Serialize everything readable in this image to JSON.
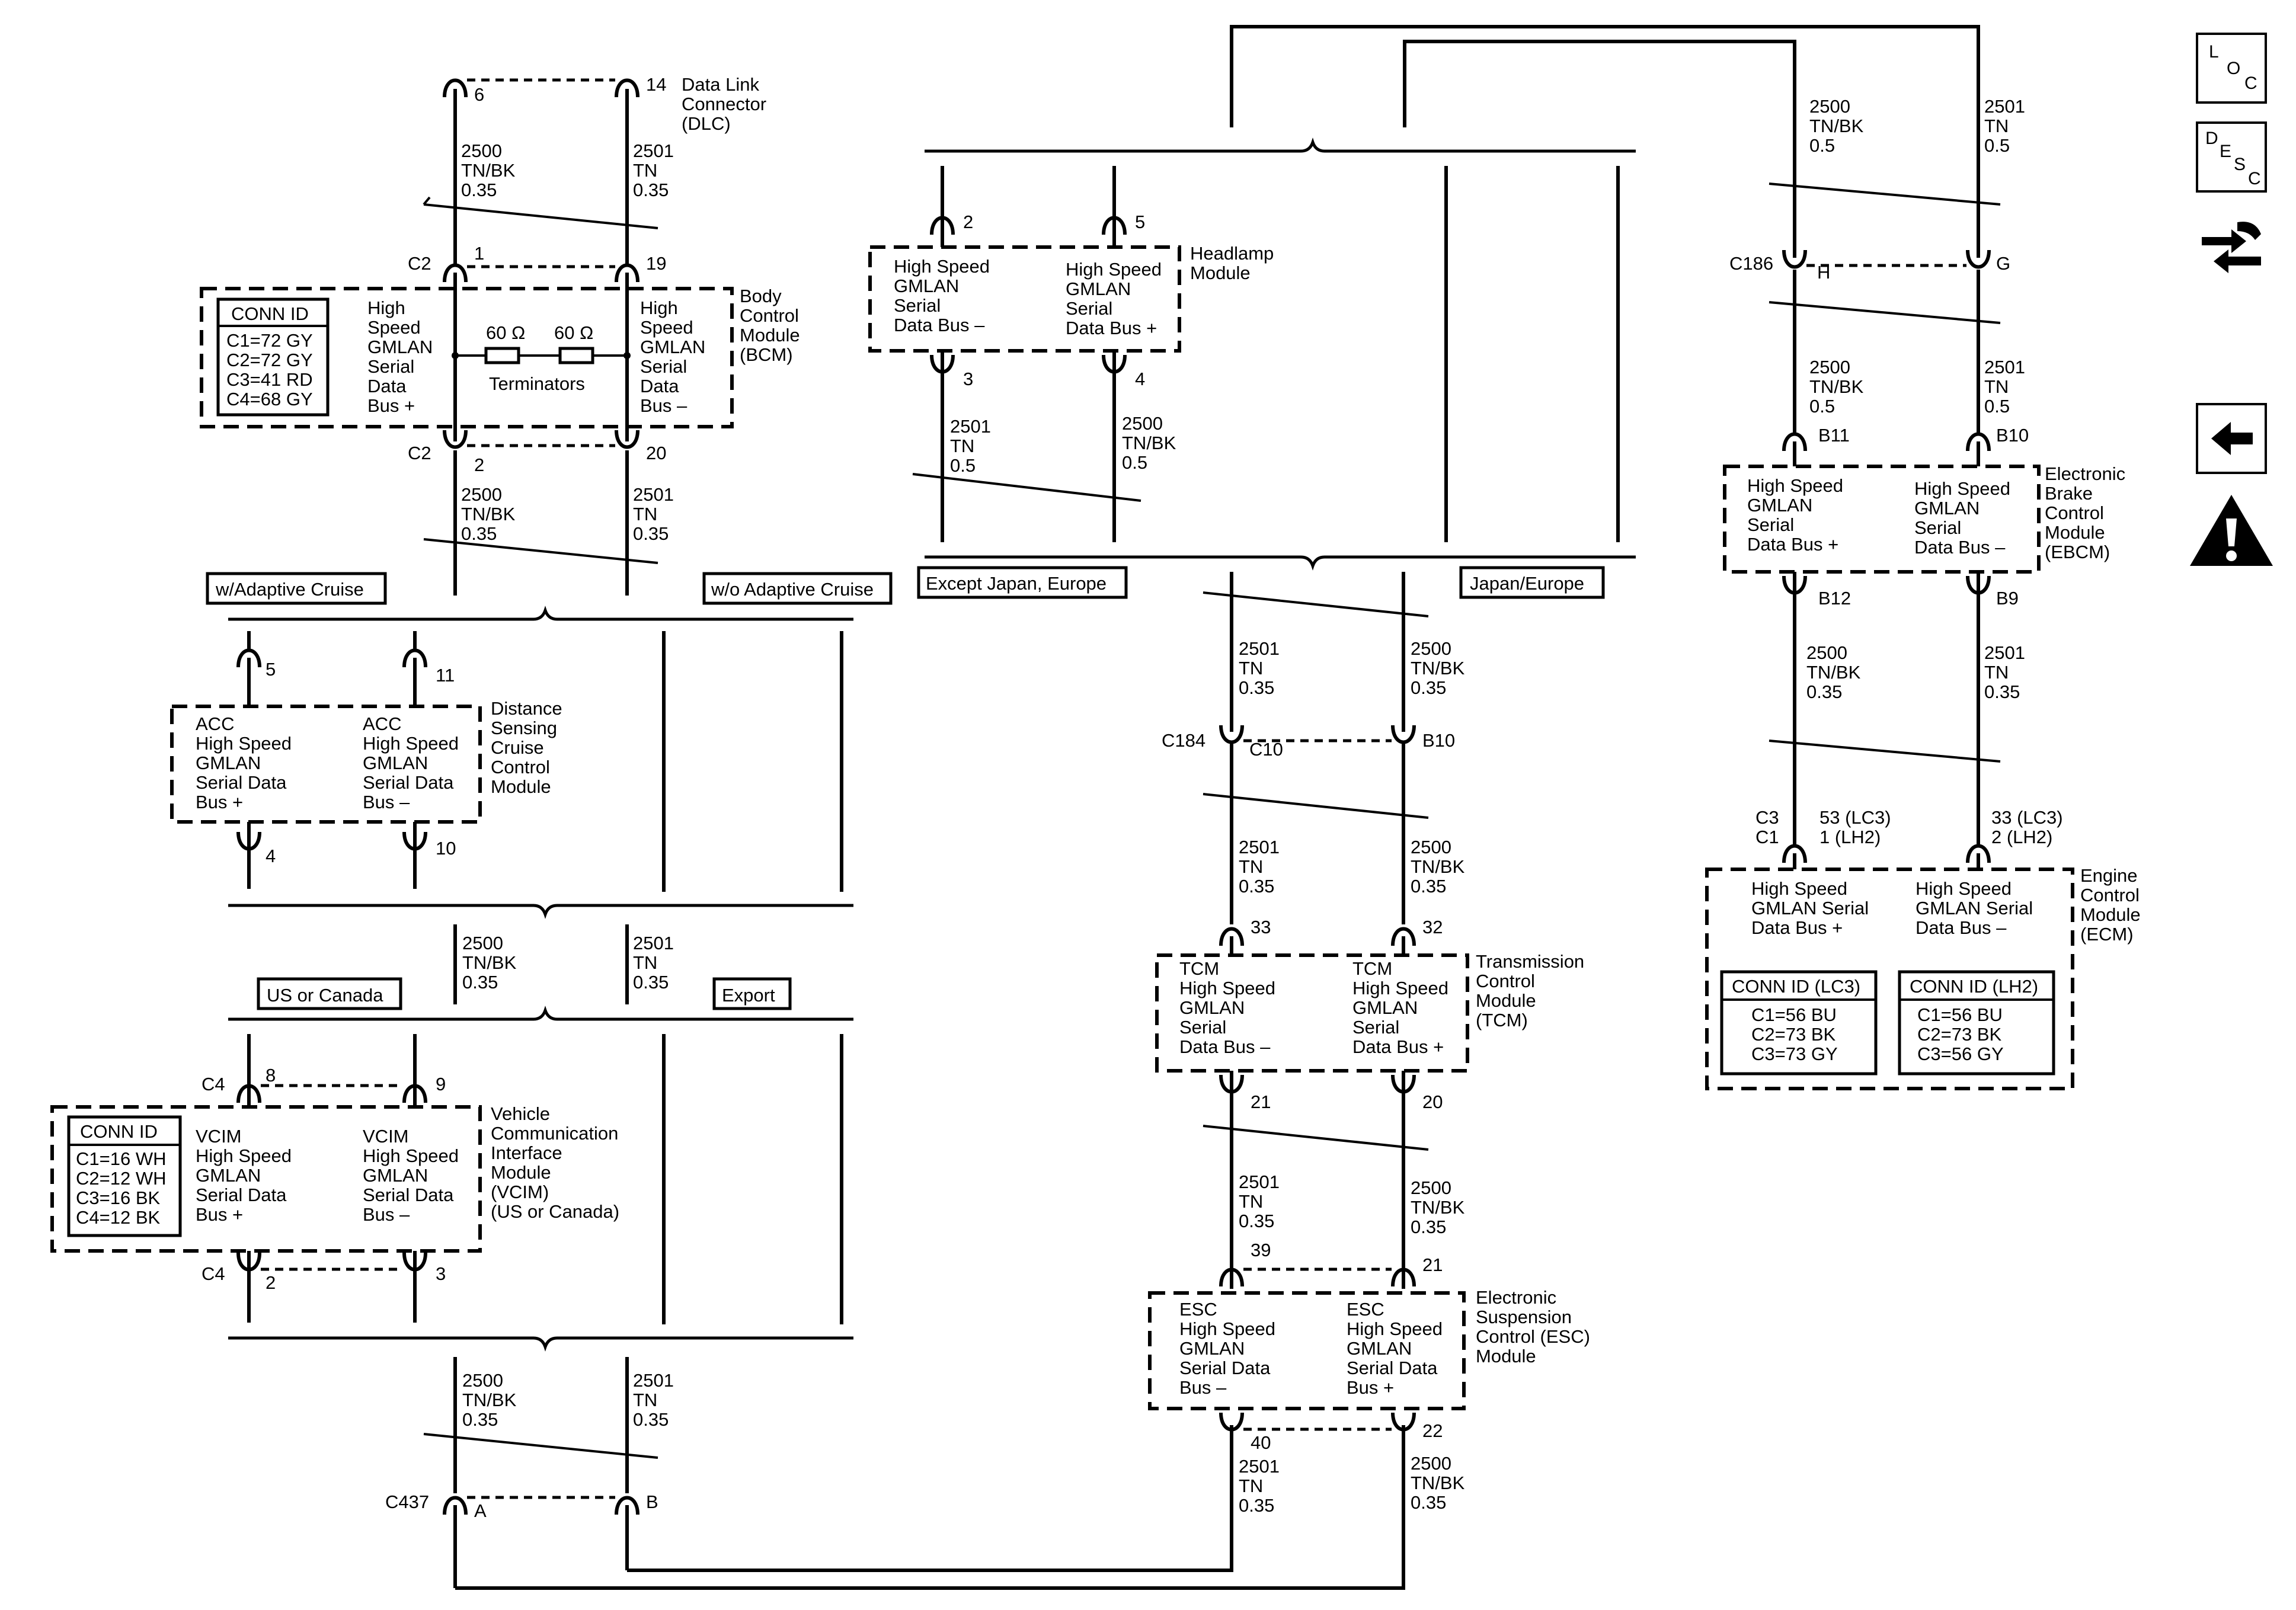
{
  "modules": {
    "dlc": {
      "name": "Data Link\nConnector\n(DLC)",
      "pin_a": "6",
      "pin_b": "14"
    },
    "bcm": {
      "name": "Body\nControl\nModule\n(BCM)",
      "conn_title": "CONN ID",
      "conn": [
        "C1=72 GY",
        "C2=72 GY",
        "C3=41 RD",
        "C4=68 GY"
      ],
      "left": "High\nSpeed\nGMLAN\nSerial\nData\nBus +",
      "right": "High\nSpeed\nGMLAN\nSerial\nData\nBus –",
      "res1": "60 Ω",
      "res2": "60 Ω",
      "term": "Terminators",
      "conn_top": "C2",
      "pin_top_a": "1",
      "pin_top_b": "19",
      "conn_bot": "C2",
      "pin_bot_a": "2",
      "pin_bot_b": "20"
    },
    "dscm": {
      "name": "Distance\nSensing\nCruise\nControl\nModule",
      "left": "ACC\nHigh Speed\nGMLAN\nSerial Data\nBus +",
      "right": "ACC\nHigh Speed\nGMLAN\nSerial Data\nBus –",
      "pin_top_a": "5",
      "pin_top_b": "11",
      "pin_bot_a": "4",
      "pin_bot_b": "10"
    },
    "vcim": {
      "name": "Vehicle\nCommunication\nInterface\nModule\n(VCIM)\n(US or Canada)",
      "conn_title": "CONN ID",
      "conn": [
        "C1=16 WH",
        "C2=12 WH",
        "C3=16 BK",
        "C4=12 BK"
      ],
      "left": "VCIM\nHigh Speed\nGMLAN\nSerial Data\nBus +",
      "right": "VCIM\nHigh Speed\nGMLAN\nSerial Data\nBus –",
      "conn_top": "C4",
      "pin_top_a": "8",
      "pin_top_b": "9",
      "conn_bot": "C4",
      "pin_bot_a": "2",
      "pin_bot_b": "3"
    },
    "headlamp": {
      "name": "Headlamp\nModule",
      "left": "High Speed\nGMLAN\nSerial\nData Bus –",
      "right": "High Speed\nGMLAN\nSerial\nData Bus +",
      "pin_top_a": "2",
      "pin_top_b": "5",
      "pin_bot_a": "3",
      "pin_bot_b": "4"
    },
    "tcm": {
      "name": "Transmission\nControl\nModule\n(TCM)",
      "left": "TCM\nHigh Speed\nGMLAN\nSerial\nData  Bus –",
      "right": "TCM\nHigh Speed\nGMLAN\nSerial\nData Bus +",
      "pin_top_a": "33",
      "pin_top_b": "32",
      "pin_bot_a": "21",
      "pin_bot_b": "20"
    },
    "esc": {
      "name": "Electronic\nSuspension\nControl (ESC)\nModule",
      "left": "ESC\nHigh Speed\nGMLAN\nSerial Data\nBus –",
      "right": "ESC\nHigh Speed\nGMLAN\nSerial Data\nBus +",
      "pin_top_a": "39",
      "pin_top_b": "21",
      "pin_bot_a": "40",
      "pin_bot_b": "22"
    },
    "ebcm": {
      "name": "Electronic\nBrake\nControl\nModule\n(EBCM)",
      "left": "High Speed\nGMLAN\nSerial\nData Bus +",
      "right": "High Speed\nGMLAN\nSerial\nData Bus –",
      "pin_top_a": "B11",
      "pin_top_b": "B10",
      "pin_bot_a": "B12",
      "pin_bot_b": "B9"
    },
    "ecm": {
      "name": "Engine\nControl\nModule\n(ECM)",
      "left": "High Speed\nGMLAN Serial\nData Bus +",
      "right": "High Speed\nGMLAN Serial\nData Bus –",
      "conn_lc3_title": "CONN ID (LC3)",
      "conn_lc3": [
        "C1=56 BU",
        "C2=73 BK",
        "C3=73 GY"
      ],
      "conn_lh2_title": "CONN ID (LH2)",
      "conn_lh2": [
        "C1=56 BU",
        "C2=73 BK",
        "C3=56 GY"
      ],
      "conn_a": "C3\nC1",
      "pin_a": "53 (LC3)\n1 (LH2)",
      "pin_b": "33 (LC3)\n2 (LH2)"
    }
  },
  "connectors": {
    "c186": {
      "name": "C186",
      "pin_a": "H",
      "pin_b": "G"
    },
    "c184": {
      "name": "C184",
      "pin_a": "C10",
      "pin_b": "B10"
    },
    "c437": {
      "name": "C437",
      "pin_a": "A",
      "pin_b": "B"
    }
  },
  "wires": {
    "w2500_035": "2500\nTN/BK\n0.35",
    "w2501_035": "2501\nTN\n0.35",
    "w2500_05": "2500\nTN/BK\n0.5",
    "w2501_05": "2501\nTN\n0.5"
  },
  "options": {
    "adaptive": "w/Adaptive Cruise",
    "no_adaptive": "w/o Adaptive Cruise",
    "us_canada": "US or Canada",
    "export": "Export",
    "except_japan": "Except Japan, Europe",
    "japan": "Japan/Europe"
  },
  "nav": {
    "loc_l": "L",
    "loc_o": "O",
    "loc_c": "C",
    "desc_d": "D",
    "desc_e": "E",
    "desc_s": "S",
    "desc_c": "C"
  }
}
